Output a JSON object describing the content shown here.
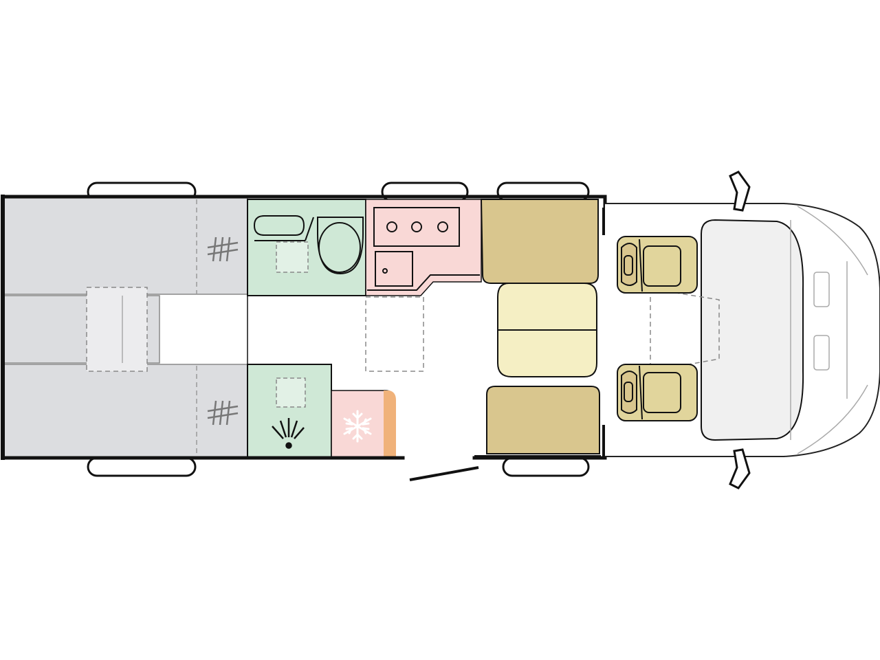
{
  "diagram": {
    "kind": "motorhome floor plan (top view)",
    "text_labels": [],
    "zones": [
      {
        "id": "rear-beds",
        "color": "#dcdde0",
        "items": [
          "left-single-bed",
          "right-single-bed",
          "center-bed-extension"
        ]
      },
      {
        "id": "washroom",
        "color": "#cfe8d6",
        "items": [
          "wash-basin",
          "toilet",
          "roof-vent"
        ]
      },
      {
        "id": "shower",
        "color": "#cfe8d6",
        "items": [
          "shower-head",
          "roof-vent"
        ]
      },
      {
        "id": "kitchen",
        "color": "#f9d8d6",
        "items": [
          "hob-3-burner",
          "sink"
        ]
      },
      {
        "id": "fridge",
        "color": "#f9d8d6",
        "items": [
          "snowflake-icon"
        ]
      },
      {
        "id": "dinette",
        "color": "#d9c68e",
        "items": [
          "bench-seat-upper",
          "bench-seat-lower",
          "table"
        ]
      },
      {
        "id": "cab",
        "color": "#e1d59c",
        "items": [
          "driver-seat",
          "passenger-seat"
        ]
      }
    ],
    "colors": {
      "bed": "#dcdde0",
      "wet": "#cfe8d6",
      "kitchen": "#f9d8d6",
      "bench": "#d9c68e",
      "table": "#f5efc4",
      "wardrobe": "#f0b27a",
      "outline": "#111111"
    }
  }
}
